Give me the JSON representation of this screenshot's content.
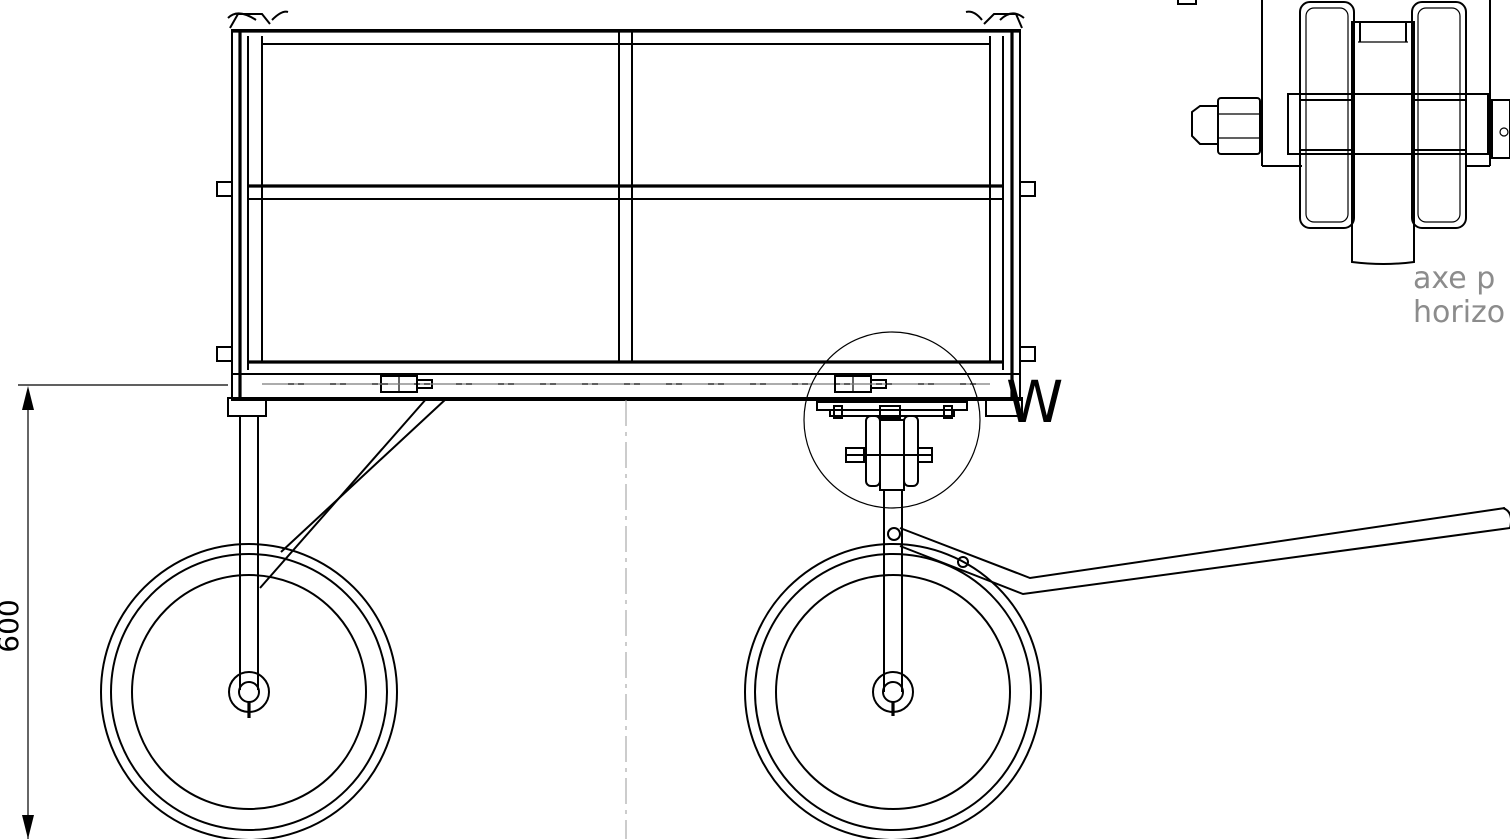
{
  "dimension": {
    "height_value": "600"
  },
  "detail_view": {
    "label": "W",
    "note_line1": "axe p",
    "note_line2": "horizo"
  },
  "colors": {
    "line": "#000000",
    "note": "#8c8c8c",
    "centerline": "#9a9a9a",
    "background": "#ffffff"
  }
}
